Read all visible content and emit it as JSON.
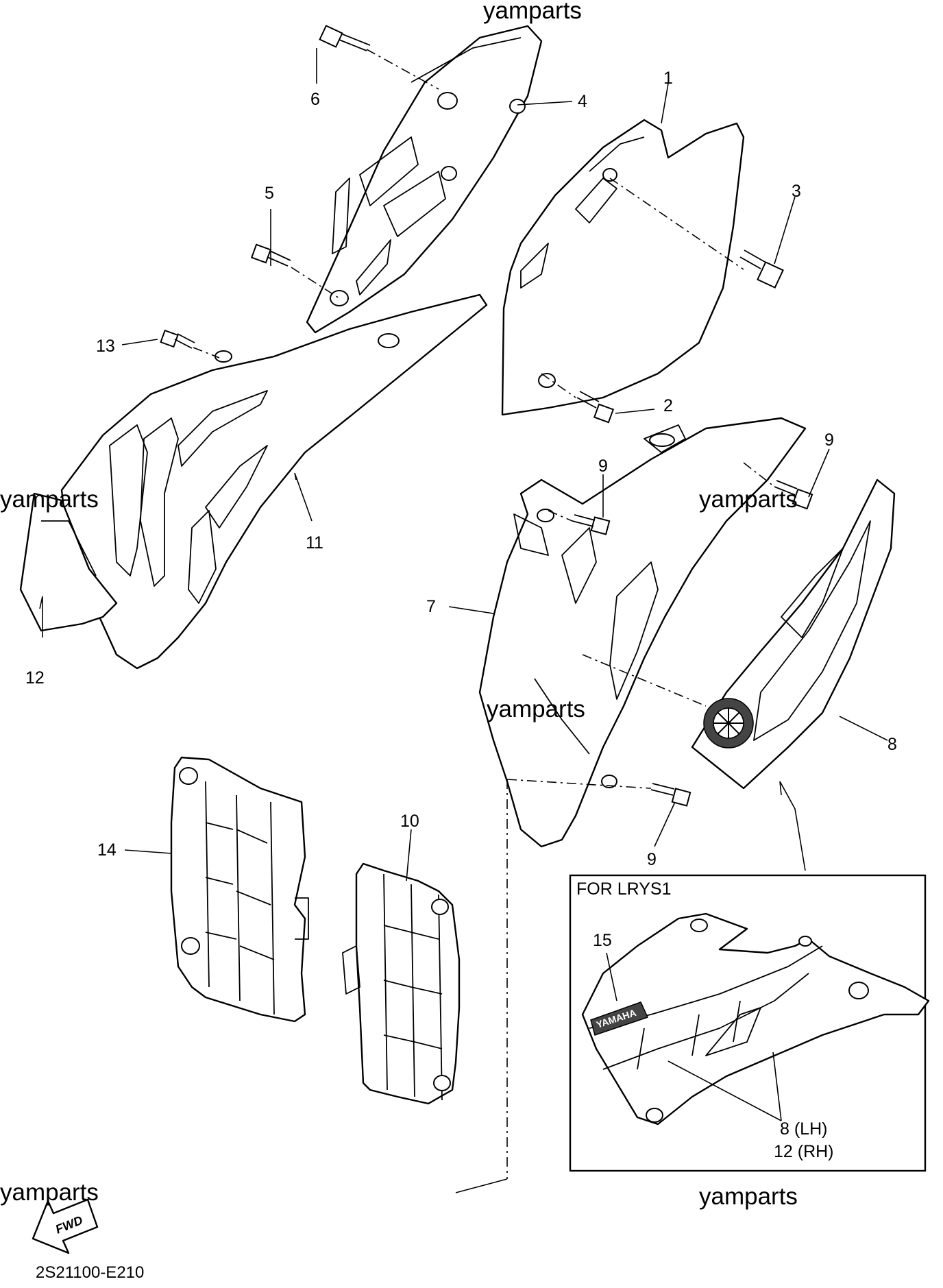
{
  "watermarks": {
    "top": "yamparts",
    "left_mid": "yamparts",
    "right_mid": "yamparts",
    "center": "yamparts",
    "bottom_left": "yamparts",
    "bottom_right": "yamparts"
  },
  "callouts": {
    "c1": "1",
    "c2": "2",
    "c3": "3",
    "c4": "4",
    "c5": "5",
    "c6": "6",
    "c7": "7",
    "c8": "8",
    "c9a": "9",
    "c9b": "9",
    "c9c": "9",
    "c10": "10",
    "c11": "11",
    "c12": "12",
    "c13": "13",
    "c14": "14",
    "c15": "15"
  },
  "inset": {
    "title": "FOR LRYS1",
    "label_lh": "8  (LH)",
    "label_rh": "12 (RH)",
    "decal_text": "YAMAHA"
  },
  "fwd_arrow": "FWD",
  "diagram_code": "2S21100-E210"
}
